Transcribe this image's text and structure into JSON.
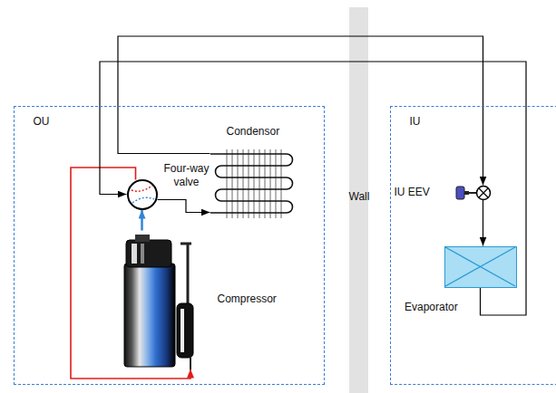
{
  "diagram": {
    "nodes": [
      {
        "text": [
          "OU"
        ]
      },
      {
        "text": [
          "Condensor"
        ],
        "in": 0
      },
      {
        "text": [
          "Four-way valve"
        ],
        "in": 0
      },
      {
        "text": [
          "Compressor"
        ],
        "in": 0
      },
      {
        "text": [
          "Wall"
        ]
      },
      {
        "text": [
          "IU"
        ]
      },
      {
        "text": [
          "IU EEV"
        ],
        "in": 5
      },
      {
        "text": [
          "Evaporator"
        ],
        "in": 5
      }
    ],
    "edges": [
      {
        "from": 3,
        "to": 2,
        "arrow": "to"
      },
      {
        "from": 2,
        "to": 3,
        "arrow": "to"
      },
      {
        "from": 2,
        "to": 1,
        "arrow": "to"
      },
      {
        "from": 1,
        "to": 6,
        "arrow": "to"
      },
      {
        "from": 6,
        "to": 7,
        "arrow": "to"
      },
      {
        "from": 7,
        "to": 2,
        "arrow": "to"
      }
    ]
  }
}
